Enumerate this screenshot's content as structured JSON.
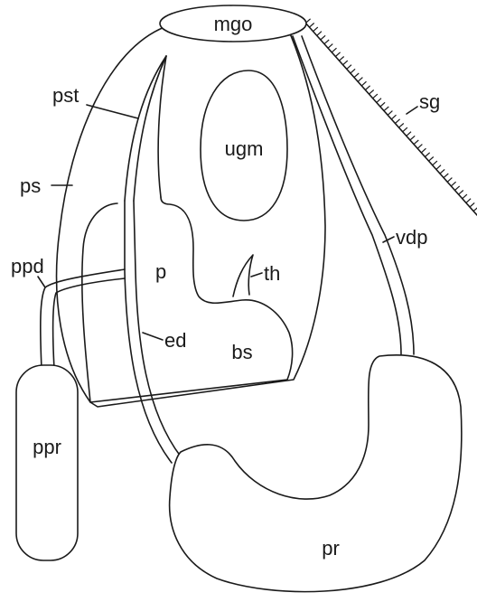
{
  "labels": {
    "mgo": "mgo",
    "sg": "sg",
    "pst": "pst",
    "ugm": "ugm",
    "ps": "ps",
    "vdp": "vdp",
    "ppd": "ppd",
    "p": "p",
    "th": "th",
    "ed": "ed",
    "bs": "bs",
    "ppr": "ppr",
    "pr": "pr"
  }
}
